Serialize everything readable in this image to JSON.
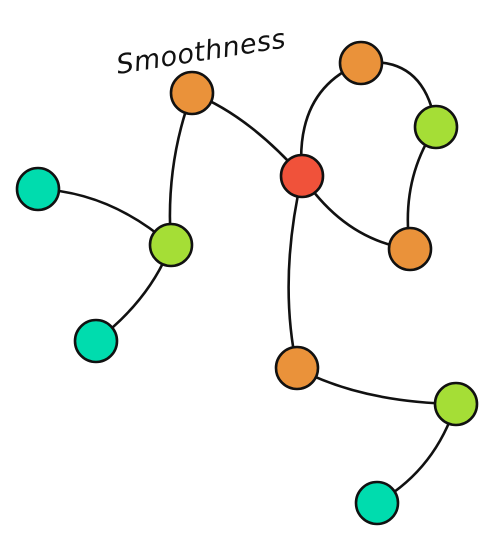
{
  "caption": "Smoothness",
  "colors": {
    "root": "#f0523a",
    "orange": "#ea923a",
    "lime": "#a5de36",
    "teal": "#00dcae",
    "stroke": "#111111"
  },
  "nodes": [
    {
      "id": "center",
      "color": "root"
    },
    {
      "id": "top-left-orange",
      "color": "orange"
    },
    {
      "id": "top-right-orange",
      "color": "orange"
    },
    {
      "id": "right-lime",
      "color": "lime"
    },
    {
      "id": "right-orange",
      "color": "orange"
    },
    {
      "id": "left-lime",
      "color": "lime"
    },
    {
      "id": "left-teal-top",
      "color": "teal"
    },
    {
      "id": "left-teal-bottom",
      "color": "teal"
    },
    {
      "id": "bottom-orange",
      "color": "orange"
    },
    {
      "id": "bottom-right-lime",
      "color": "lime"
    },
    {
      "id": "bottom-teal",
      "color": "teal"
    }
  ],
  "edges": [
    {
      "from": "center",
      "to": "top-left-orange"
    },
    {
      "from": "top-left-orange",
      "to": "left-lime"
    },
    {
      "from": "left-lime",
      "to": "left-teal-top"
    },
    {
      "from": "left-lime",
      "to": "left-teal-bottom"
    },
    {
      "from": "center",
      "to": "top-right-orange"
    },
    {
      "from": "top-right-orange",
      "to": "right-lime"
    },
    {
      "from": "right-lime",
      "to": "right-orange"
    },
    {
      "from": "center",
      "to": "right-orange"
    },
    {
      "from": "center",
      "to": "bottom-orange"
    },
    {
      "from": "bottom-orange",
      "to": "bottom-right-lime"
    },
    {
      "from": "bottom-right-lime",
      "to": "bottom-teal"
    }
  ]
}
